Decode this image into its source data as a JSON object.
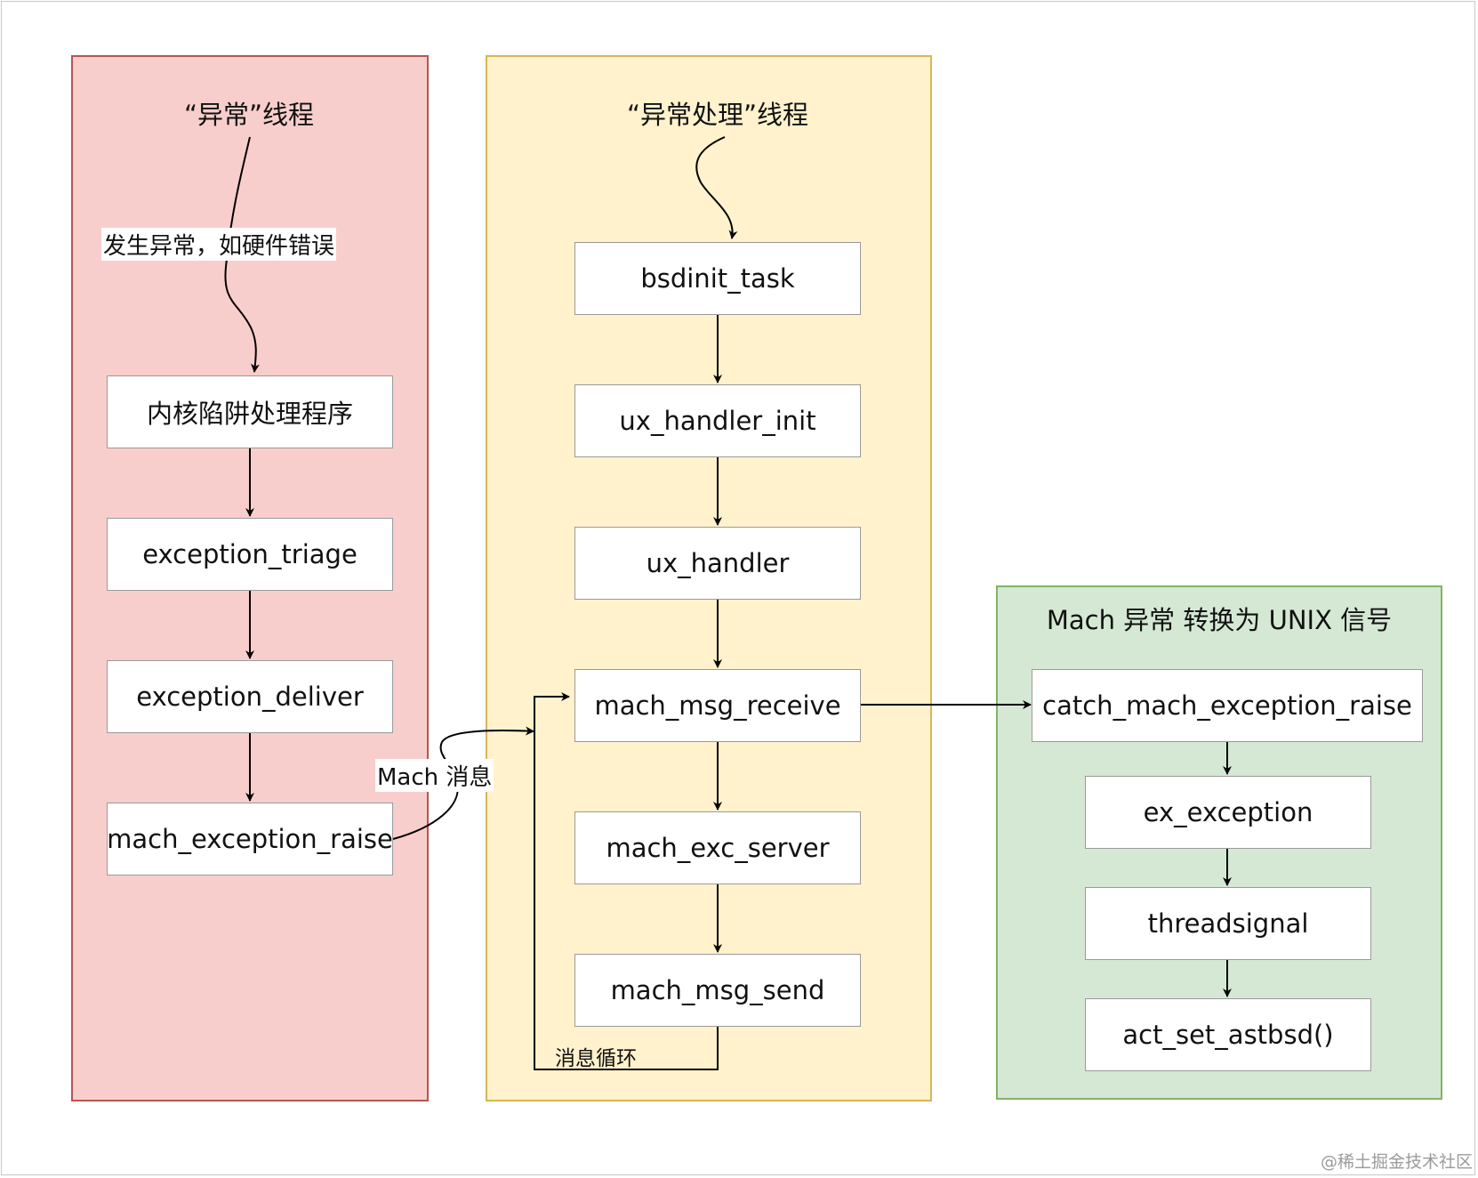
{
  "lanes": {
    "exception_thread": {
      "title": "“异常”线程",
      "boxes": [
        "内核陷阱处理程序",
        "exception_triage",
        "exception_deliver",
        "mach_exception_raise"
      ],
      "trigger_label": "发生异常，如硬件错误"
    },
    "handler_thread": {
      "title": "“异常处理”线程",
      "boxes": [
        "bsdinit_task",
        "ux_handler_init",
        "ux_handler",
        "mach_msg_receive",
        "mach_exc_server",
        "mach_msg_send"
      ],
      "loop_label": "消息循环"
    },
    "unix_signal": {
      "title": "Mach 异常 转换为 UNIX 信号",
      "boxes": [
        "catch_mach_exception_raise",
        "ex_exception",
        "threadsignal",
        "act_set_astbsd()"
      ]
    }
  },
  "edges": {
    "mach_message_label": "Mach 消息"
  },
  "watermark": "@稀土掘金技术社区",
  "colors": {
    "red_fill": "#f8cecc",
    "red_border": "#b85450",
    "yellow_fill": "#fff2cc",
    "yellow_border": "#d6b656",
    "green_fill": "#d5e8d4",
    "green_border": "#82b366"
  }
}
